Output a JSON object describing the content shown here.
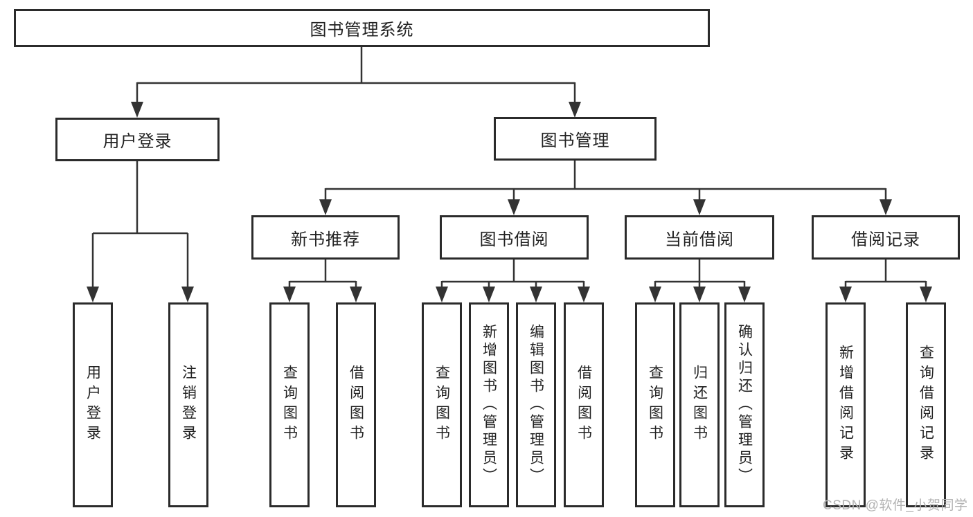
{
  "diagram": {
    "root": {
      "label": "图书管理系统"
    },
    "branches": [
      {
        "label": "用户登录",
        "leaves": [
          {
            "label": "用户登录"
          },
          {
            "label": "注销登录"
          }
        ]
      },
      {
        "label": "图书管理",
        "groups": [
          {
            "label": "新书推荐",
            "leaves": [
              {
                "label": "查询图书"
              },
              {
                "label": "借阅图书"
              }
            ]
          },
          {
            "label": "图书借阅",
            "leaves": [
              {
                "label": "查询图书"
              },
              {
                "label": "新增图书（管理员）"
              },
              {
                "label": "编辑图书（管理员）"
              },
              {
                "label": "借阅图书"
              }
            ]
          },
          {
            "label": "当前借阅",
            "leaves": [
              {
                "label": "查询图书"
              },
              {
                "label": "归还图书"
              },
              {
                "label": "确认归还（管理员）"
              }
            ]
          },
          {
            "label": "借阅记录",
            "leaves": [
              {
                "label": "新增借阅记录"
              },
              {
                "label": "查询借阅记录"
              }
            ]
          }
        ]
      }
    ]
  },
  "watermark": {
    "text": "CSDN @软件_小贺同学"
  },
  "colors": {
    "line": "#333333",
    "border": "#2b2b2b",
    "text": "#222222",
    "watermark": "#b3b3b3",
    "background": "#ffffff"
  }
}
